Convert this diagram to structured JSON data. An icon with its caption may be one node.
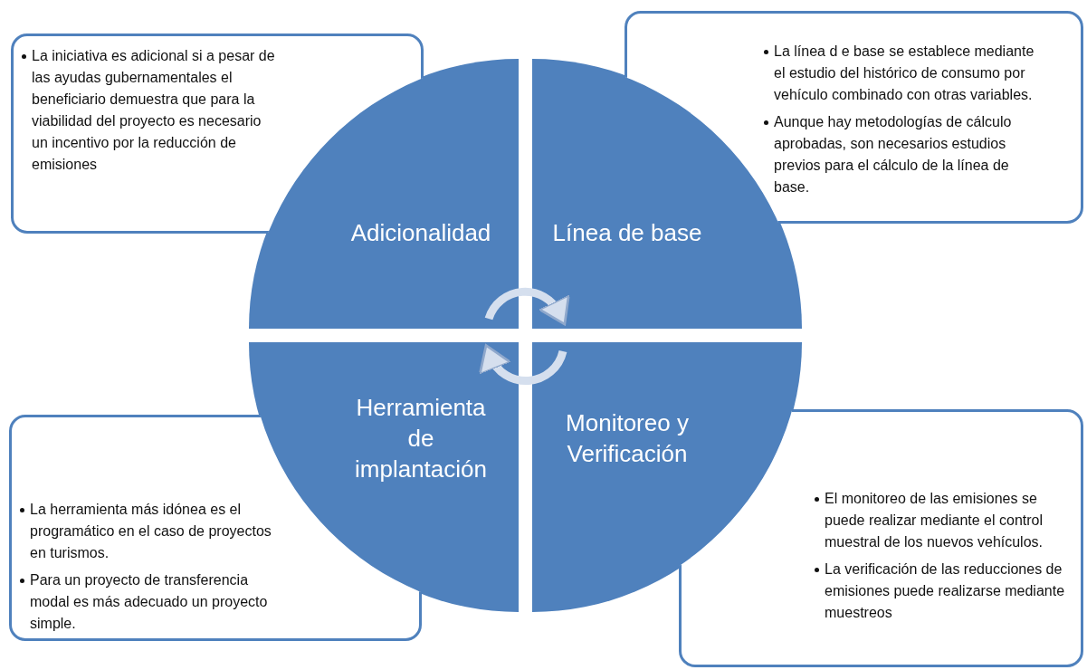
{
  "diagram": {
    "nodes": [
      {
        "text": [
          "La iniciativa es adicional si a pesar de las ayudas gubernamentales el beneficiario demuestra que para la viabilidad del proyecto es necesario un incentivo por la reducción de emisiones"
        ]
      },
      {
        "text": [
          "La línea d e base se establece mediante el estudio del histórico de consumo por vehículo combinado con otras variables.",
          "Aunque hay metodologías de cálculo aprobadas, son necesarios estudios previos para el cálculo de la línea de base."
        ]
      },
      {
        "text": [
          "Adicionalidad"
        ]
      },
      {
        "text": [
          "Línea de base"
        ]
      },
      {
        "text": [
          "Herramienta de implantación"
        ]
      },
      {
        "text": [
          "Monitoreo y Verificación"
        ]
      },
      {
        "text": [
          "La herramienta más idónea es el programático en el caso de proyectos en turismos.",
          "Para un proyecto de transferencia modal es más adecuado un proyecto simple."
        ]
      },
      {
        "text": [
          "El monitoreo de las emisiones se puede realizar mediante el control muestral de los nuevos vehículos.",
          "La verificación de las reducciones de emisiones puede realizarse mediante muestreos"
        ]
      }
    ],
    "edges": [
      {
        "from": 2,
        "to": 3,
        "arrow": "to"
      },
      {
        "from": 5,
        "to": 4,
        "arrow": "to"
      }
    ]
  }
}
